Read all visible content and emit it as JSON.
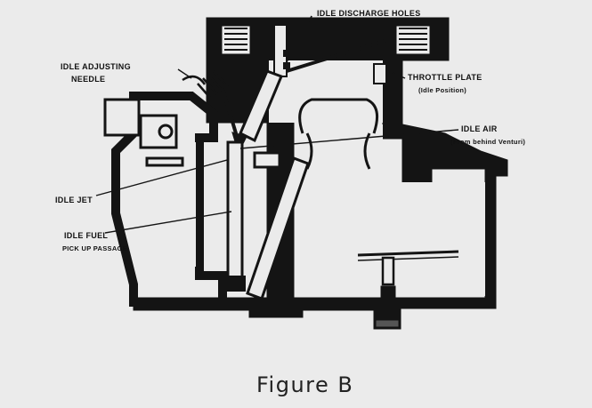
{
  "labels": {
    "idle_discharge_holes": "IDLE DISCHARGE HOLES",
    "idle_adjusting_needle_1": "IDLE ADJUSTING",
    "idle_adjusting_needle_2": "NEEDLE",
    "throttle_plate_1": "THROTTLE PLATE",
    "throttle_plate_2": "(Idle Position)",
    "idle_air_1": "IDLE AIR",
    "idle_air_2": "(From behind Venturi)",
    "idle_jet": "IDLE JET",
    "idle_fuel_1": "IDLE FUEL",
    "idle_fuel_2": "PICK UP PASSAGE"
  },
  "caption": "Figure B",
  "colors": {
    "ink": "#141414",
    "paper": "#ebebeb"
  }
}
